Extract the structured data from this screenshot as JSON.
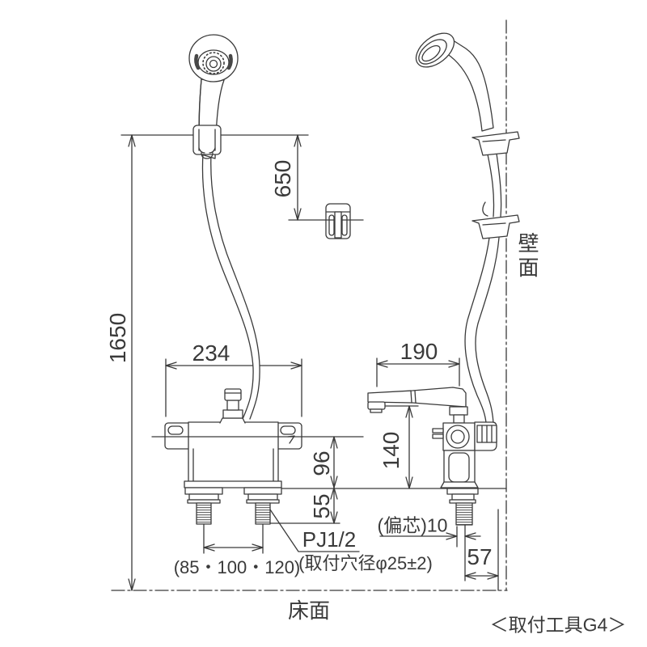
{
  "drawing": {
    "line_color": "#3a3a3a",
    "dimensions": {
      "overall_height": "1650",
      "hook_to_bracket": "650",
      "body_width": "234",
      "spout_reach": "190",
      "body_height": "96",
      "shank_length": "55",
      "spout_height": "140",
      "wall_clearance": "57",
      "eccentric_offset": "(偏芯)10",
      "leg_pitch": "(85・100・120)"
    },
    "labels": {
      "wall_surface": "壁面",
      "floor_surface": "床面",
      "thread_spec": "PJ1/2",
      "mounting_hole_note": "(取付穴径φ25±2)",
      "tool_note": "＜取付工具G4＞"
    }
  }
}
